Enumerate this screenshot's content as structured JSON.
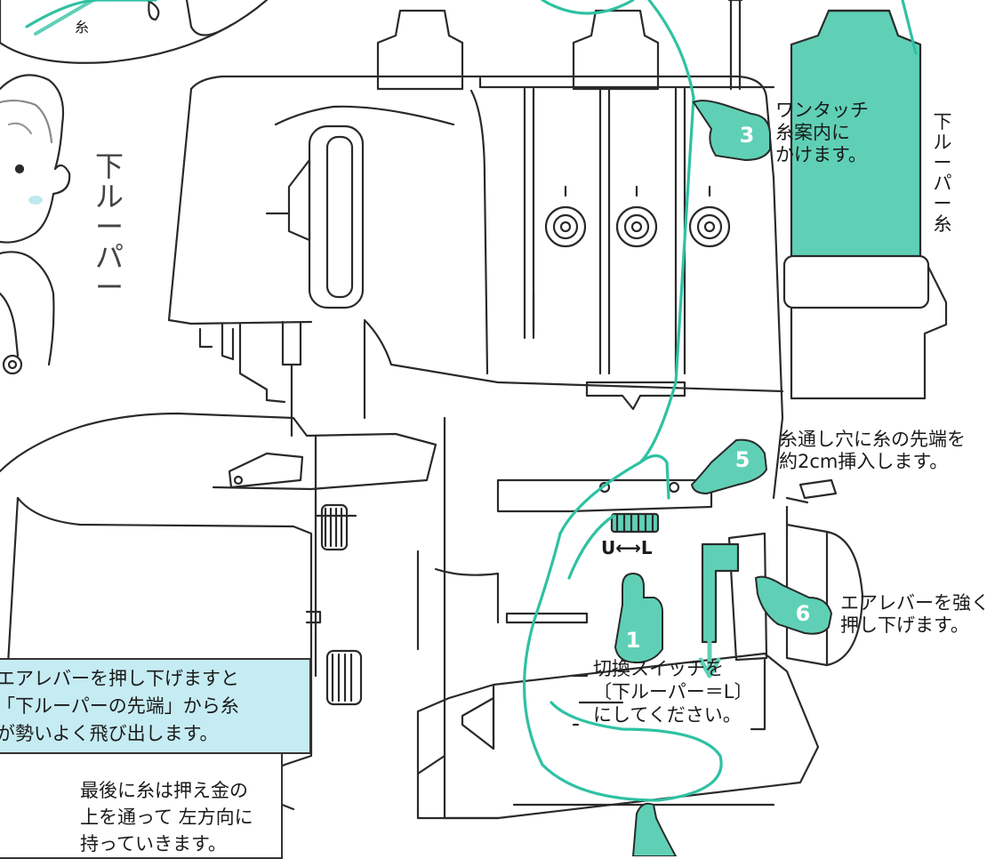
{
  "colors": {
    "accent": "#5fd0b6",
    "accent_dark": "#2fa58e",
    "ink": "#2a2a2a",
    "note_box": "#c6ecf3"
  },
  "steps": [
    {
      "num": "1",
      "label": "切換スイッチを\n〔下ルーパー＝L〕\nにしてください。"
    },
    {
      "num": "3",
      "label": "ワンタッチ\n糸案内に\nかけます。"
    },
    {
      "num": "5",
      "label": "糸通し穴に糸の先端を\n約2cm挿入します。"
    },
    {
      "num": "6",
      "label": "エアレバーを強く\n押し下げます。"
    }
  ],
  "labels": {
    "looper_thread": "下\nル\nー\nパ\nー\n糸",
    "switch_marking": "U⟷L",
    "inset_thread": "糸",
    "handwritten": "下\nル\nー\nパ\nー"
  },
  "notes": {
    "air_lever_note": "エアレバーを押し下げますと\n「下ルーパーの先端」から糸\nが勢いよく飛び出します。",
    "final_note": "最後に糸は押え金の\n上を通って 左方向に\n持っていきます。"
  }
}
